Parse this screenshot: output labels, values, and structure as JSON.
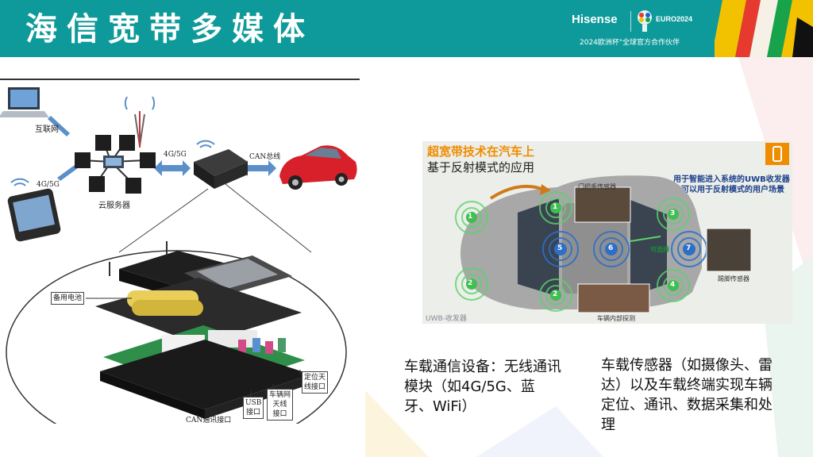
{
  "header": {
    "title": "海信宽带多媒体",
    "brand": "Hisense",
    "euro_logo_text": "EURO2024",
    "sponsor_text": "2024欧洲杯\"全球官方合作伙伴"
  },
  "diagram": {
    "labels": {
      "internet": "互联网",
      "mobile_net": "4G/5G",
      "server": "云服务器",
      "uplink": "4G/5G",
      "can_bus": "CAN总线",
      "battery": "备用电池",
      "usb": "USB\n接口",
      "vehicle_antenna": "车辆网\n天线\n接口",
      "gps_antenna": "定位天\n线接口",
      "can_port": "CAN通讯接口"
    }
  },
  "car_image": {
    "title1": "超宽带技术在汽车上",
    "title2": "基于反射模式的应用",
    "note": "用于智能进入系统的UWB收发器\n也可以用于反射模式的用户场景",
    "door_sensor": "门把手传感器",
    "pedal_sensor": "踢脚传感器",
    "interior": "车辆内部探测",
    "available": "可选择",
    "uwb": "UWB-收发器",
    "nodes": [
      "1",
      "1",
      "2",
      "2",
      "3",
      "4",
      "5",
      "6",
      "7"
    ]
  },
  "text_left": "车载通信设备：无线通讯模块（如4G/5G、蓝牙、WiFi）",
  "text_right": "车载传感器（如摄像头、雷达）以及车载终端实现车辆定位、通讯、数据采集和处理",
  "colors": {
    "header_bg": "#0e9a9a",
    "accent_orange": "#f08c00",
    "note_blue": "#1a3f8a",
    "car_red": "#d8202a"
  }
}
